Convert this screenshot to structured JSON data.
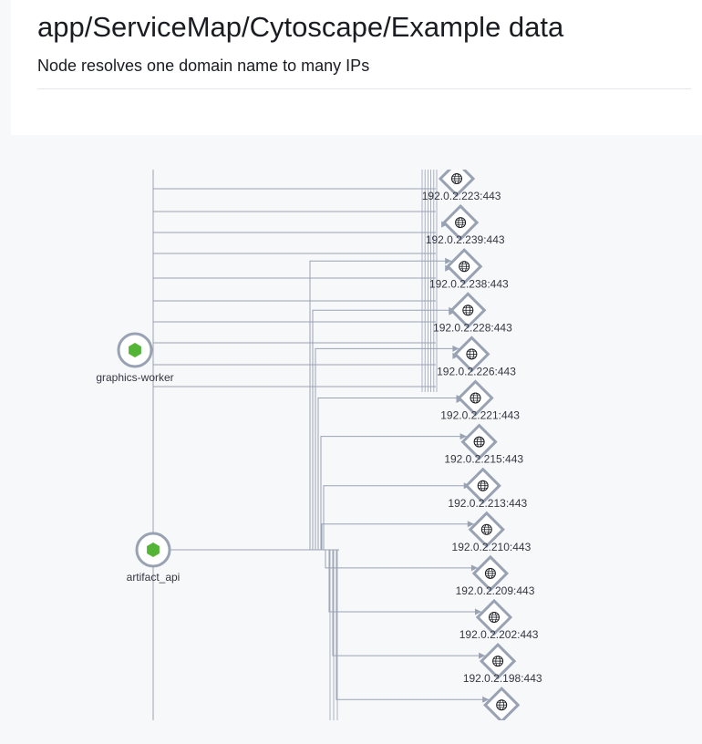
{
  "page": {
    "title": "app/ServiceMap/Cytoscape/Example data",
    "subtitle": "Node resolves one domain name to many IPs"
  },
  "services": [
    {
      "label": "graphics-worker",
      "icon": "hexagon-service-icon"
    },
    {
      "label": "artifact_api",
      "icon": "hexagon-service-icon"
    }
  ],
  "external_nodes": [
    {
      "label": "",
      "icon": "globe-icon"
    },
    {
      "label": "192.0.2.223:443",
      "icon": "globe-icon"
    },
    {
      "label": "192.0.2.239:443",
      "icon": "globe-icon"
    },
    {
      "label": "192.0.2.238:443",
      "icon": "globe-icon"
    },
    {
      "label": "192.0.2.228:443",
      "icon": "globe-icon"
    },
    {
      "label": "192.0.2.226:443",
      "icon": "globe-icon"
    },
    {
      "label": "192.0.2.221:443",
      "icon": "globe-icon"
    },
    {
      "label": "192.0.2.215:443",
      "icon": "globe-icon"
    },
    {
      "label": "192.0.2.213:443",
      "icon": "globe-icon"
    },
    {
      "label": "192.0.2.210:443",
      "icon": "globe-icon"
    },
    {
      "label": "192.0.2.209:443",
      "icon": "globe-icon"
    },
    {
      "label": "192.0.2.202:443",
      "icon": "globe-icon"
    },
    {
      "label": "192.0.2.198:443",
      "icon": "globe-icon"
    }
  ],
  "colors": {
    "edge": "#98a2b3",
    "node_border": "#98a2b3",
    "service_icon": "#54b435",
    "node_fill": "#ffffff",
    "label": "#343741"
  }
}
